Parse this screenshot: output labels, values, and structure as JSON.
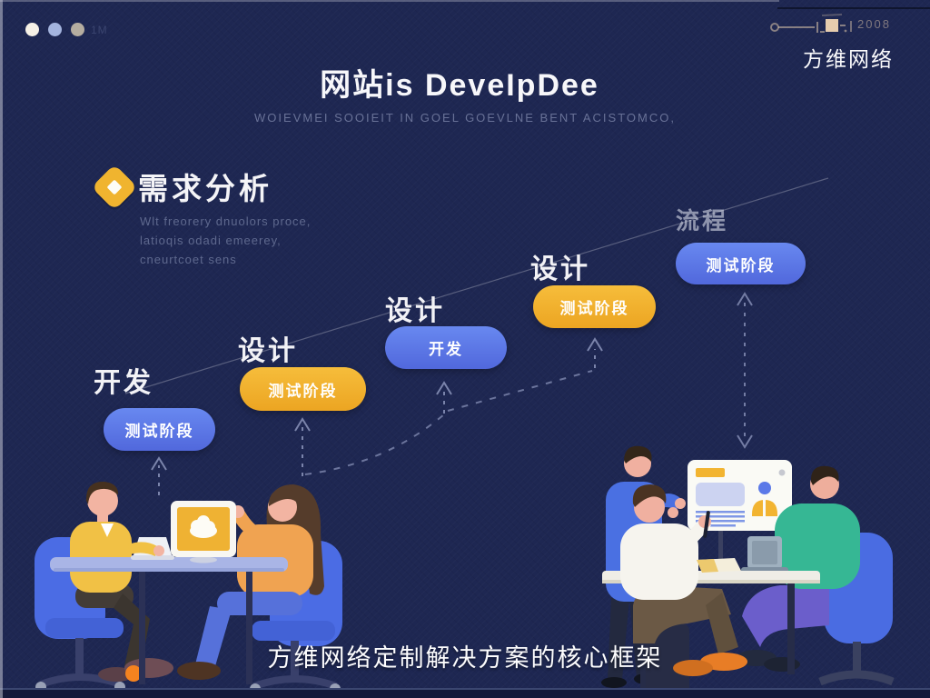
{
  "window": {
    "faint_label": "1M",
    "dot_colors": [
      "#f6f1e7",
      "#a4b4de",
      "#b5ada0"
    ]
  },
  "brand": {
    "name": "方维网络",
    "year_mark": "2008"
  },
  "header": {
    "title": "网站is DeveIpDee",
    "subtitle": "WOIEVMEI SOOIEIT IN GOEL GOEVLNE BENT ACISTOMCO,"
  },
  "requirements": {
    "title": "需求分析",
    "desc_line1": "Wlt freorery dnuolors proce,",
    "desc_line2": "latioqis odadi emeerey,",
    "desc_line3": "cneurtcoet sens"
  },
  "stages": [
    {
      "label": "开发",
      "pill": "测试阶段",
      "color": "blue"
    },
    {
      "label": "设计",
      "pill": "测试阶段",
      "color": "yellow"
    },
    {
      "label": "设计",
      "pill": "开发",
      "color": "blue"
    },
    {
      "label": "设计",
      "pill": "测试阶段",
      "color": "yellow"
    },
    {
      "label": "流程",
      "pill": "测试阶段",
      "color": "blue"
    }
  ],
  "caption": "方维网络定制解决方案的核心框架",
  "colors": {
    "background": "#1e2752",
    "pill_blue": "#5b78e8",
    "pill_yellow": "#f2b02e",
    "accent_yellow": "#f0b42f",
    "accent_tan": "#e0c8aa",
    "chair_blue": "#4b6ce4",
    "teal_sweater": "#36b794"
  }
}
